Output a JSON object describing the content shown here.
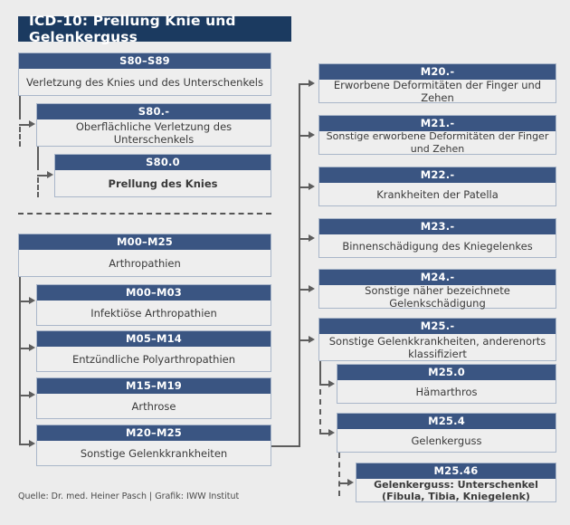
{
  "title": "ICD-10: Prellung Knie und Gelenkerguss",
  "footer": "Quelle: Dr. med. Heiner Pasch | Grafik: IWW Institut",
  "colors": {
    "title_bar": "#1b3a60",
    "node_header": "#3a5582",
    "node_body": "#eeeeee",
    "node_border": "#a9b6c9",
    "connector": "#5d5d5d",
    "canvas": "#ececec"
  },
  "nodes": {
    "s80_s89": {
      "code": "S80–S89",
      "label": "Verletzung des Knies und des Unterschenkels"
    },
    "s80_dash": {
      "code": "S80.-",
      "label": "Oberflächliche Verletzung des Unterschenkels"
    },
    "s80_0": {
      "code": "S80.0",
      "label": "Prellung des Knies"
    },
    "m00_m25": {
      "code": "M00–M25",
      "label": "Arthropathien"
    },
    "m00_m03": {
      "code": "M00–M03",
      "label": "Infektiöse Arthropathien"
    },
    "m05_m14": {
      "code": "M05–M14",
      "label": "Entzündliche Polyarthropathien"
    },
    "m15_m19": {
      "code": "M15–M19",
      "label": "Arthrose"
    },
    "m20_m25": {
      "code": "M20–M25",
      "label": "Sonstige Gelenkkrankheiten"
    },
    "m20_dash": {
      "code": "M20.-",
      "label": "Erworbene Deformitäten der Finger und Zehen"
    },
    "m21_dash": {
      "code": "M21.-",
      "label": "Sonstige erworbene Deformitäten der Finger und Zehen"
    },
    "m22_dash": {
      "code": "M22.-",
      "label": "Krankheiten der Patella"
    },
    "m23_dash": {
      "code": "M23.-",
      "label": "Binnenschädigung des Kniegelenkes"
    },
    "m24_dash": {
      "code": "M24.-",
      "label": "Sonstige näher bezeichnete Gelenkschädigung"
    },
    "m25_dash": {
      "code": "M25.-",
      "label": "Sonstige Gelenkkrankheiten, anderenorts klassifiziert"
    },
    "m25_0": {
      "code": "M25.0",
      "label": "Hämarthros"
    },
    "m25_4": {
      "code": "M25.4",
      "label": "Gelenkerguss"
    },
    "m25_46": {
      "code": "M25.46",
      "label": "Gelenkerguss: Unterschenkel\n(Fibula, Tibia, Kniegelenk)"
    }
  }
}
